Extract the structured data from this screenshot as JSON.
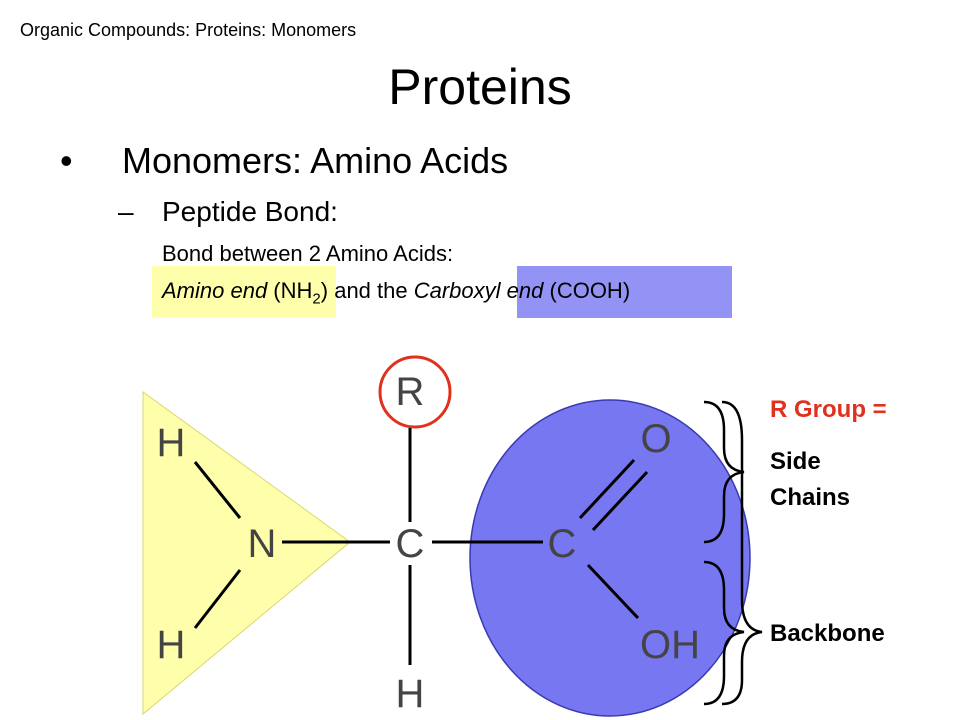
{
  "header": {
    "breadcrumb": "Organic Compounds:  Proteins:  Monomers"
  },
  "slide": {
    "title": "Proteins",
    "bullet_symbol": "•",
    "bullet_text": "Monomers:  Amino Acids",
    "sub_dash": "–",
    "sub_title": "Peptide Bond:",
    "line1": "Bond between 2 Amino Acids:",
    "amino_text": "Amino end",
    "paren_open_1": " (",
    "nh": "NH",
    "nh_sub": "2",
    "mid_text": ") and the ",
    "carboxyl_text": "Carboxyl end",
    "paren_open_2": " (",
    "cooh": "COOH)"
  },
  "molecule": {
    "r": "R",
    "h_top": "H",
    "n": "N",
    "h_bottom": "H",
    "c_alpha": "C",
    "c_carboxyl": "C",
    "o": "O",
    "oh": "OH",
    "h_alpha": "H"
  },
  "labels": {
    "r_group": "R Group =",
    "side_chains": "Side Chains",
    "backbone": "Backbone"
  },
  "colors": {
    "amino_highlight": "#ffff66",
    "carboxyl_highlight": "#6f6ff2",
    "r_circle": "#e0311f",
    "r_group_label": "#e0311f",
    "bond_line": "#000000"
  }
}
